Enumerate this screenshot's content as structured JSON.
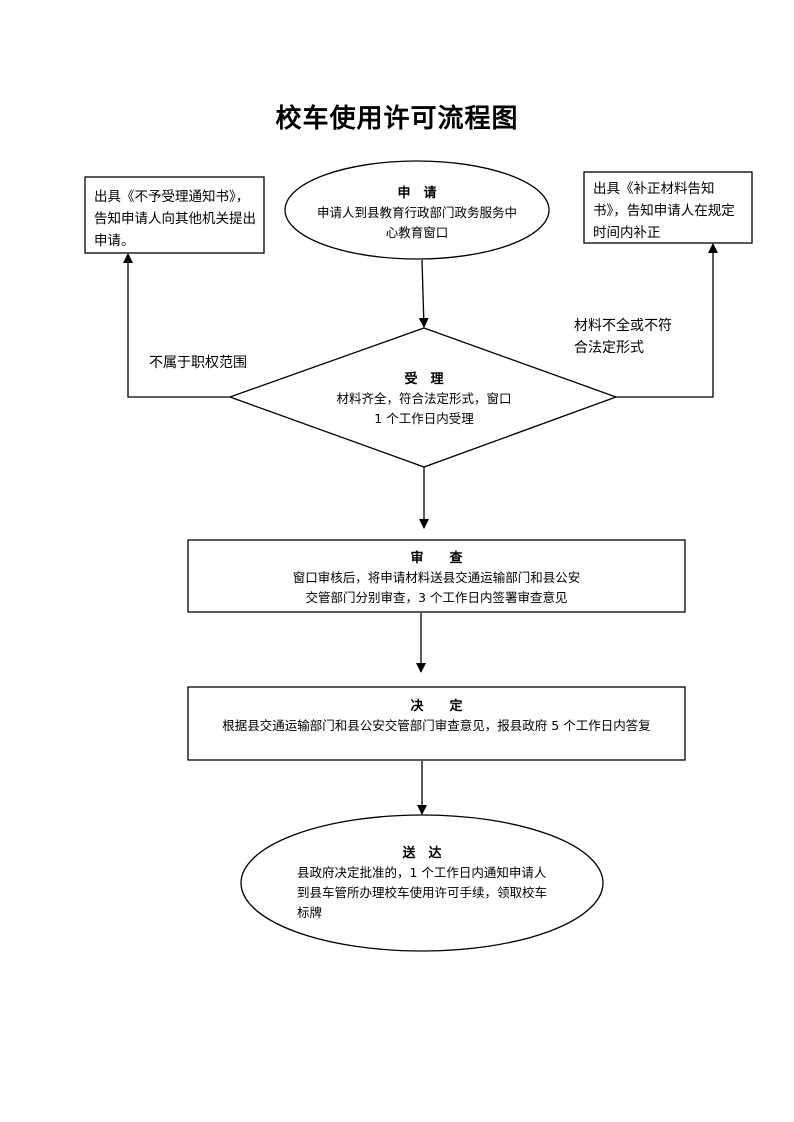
{
  "title": "校车使用许可流程图",
  "nodes": {
    "apply": {
      "heading": "申　请",
      "body": "申请人到县教育行政部门政务服务中心教育窗口"
    },
    "accept": {
      "heading": "受　理",
      "body": "材料齐全，符合法定形式，窗口 1 个工作日内受理"
    },
    "review": {
      "heading": "审　　查",
      "body_line1": "窗口审核后，将申请材料送县交通运输部门和县公安",
      "body_line2": "交管部门分别审查，3 个工作日内签署审查意见"
    },
    "decide": {
      "heading": "决　　定",
      "body": "根据县交通运输部门和县公安交管部门审查意见，报县政府 5 个工作日内答复"
    },
    "deliver": {
      "heading": "送　达",
      "body": "县政府决定批准的，1 个工作日内通知申请人到县车管所办理校车使用许可手续，领取校车标牌"
    },
    "reject_notice": {
      "body": "出具《不予受理通知书》，告知申请人向其他机关提出申请。"
    },
    "supplement_notice": {
      "body": "出具《补正材料告知书》，告知申请人在规定时间内补正"
    }
  },
  "edge_labels": {
    "left": "不属于职权范围",
    "right": "材料不全或不符合法定形式"
  }
}
